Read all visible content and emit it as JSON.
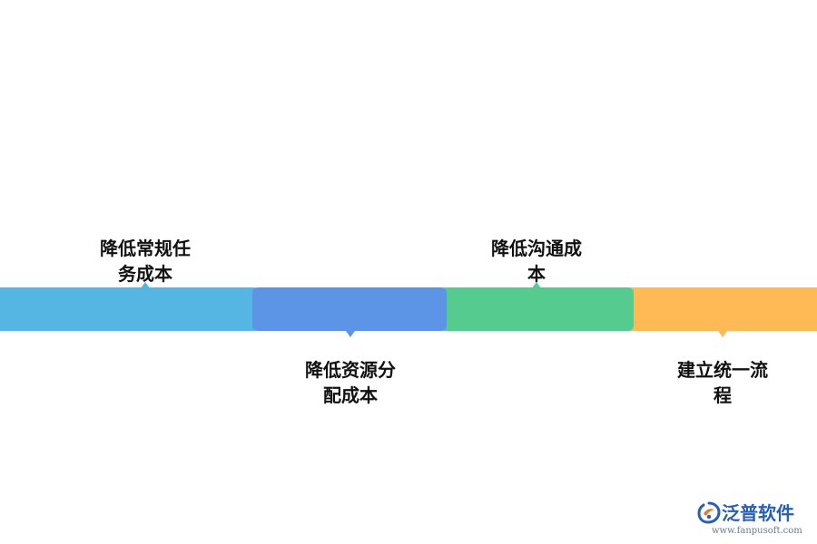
{
  "colors": {
    "step1": "#55b5e3",
    "step2": "#5c94e6",
    "step3": "#56cb8f",
    "step4": "#ffb955"
  },
  "steps": [
    {
      "lines": [
        "降低常规任",
        "务成本"
      ]
    },
    {
      "lines": [
        "降低资源分",
        "配成本"
      ]
    },
    {
      "lines": [
        "降低沟通成",
        "本"
      ]
    },
    {
      "lines": [
        "建立统一流",
        "程"
      ]
    }
  ],
  "logo": {
    "name": "泛普软件",
    "url": "www.fanpusoft.com",
    "icon": "fanpu-logo-icon"
  }
}
